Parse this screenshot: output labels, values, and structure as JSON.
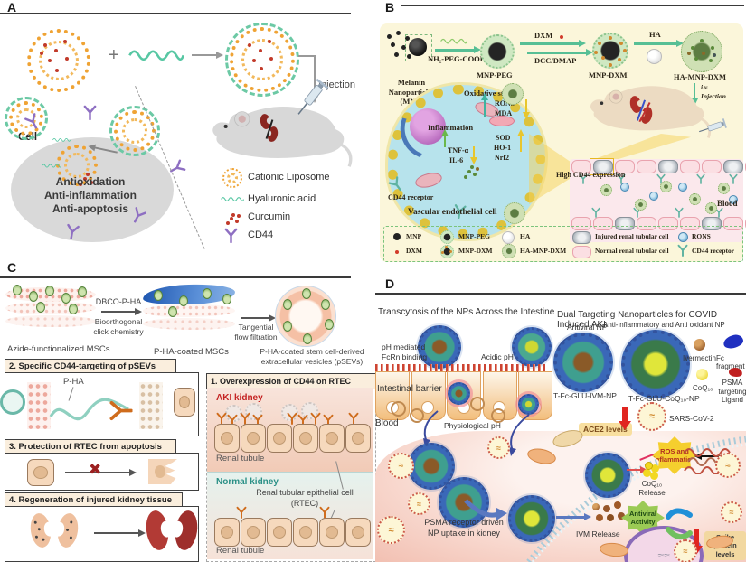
{
  "a": {
    "panel_label": "A",
    "plus": "+",
    "injection": "Injection",
    "cell": "Cell",
    "effects": "Antioxidation\nAnti-inflammation\nAnti-apoptosis",
    "legend": [
      {
        "label": "Cationic Liposome"
      },
      {
        "label": "Hyaluronic acid"
      },
      {
        "label": "Curcumin"
      },
      {
        "label": "CD44"
      }
    ]
  },
  "b": {
    "panel_label": "B",
    "mnp": "Melanin\nNanoparticles\n(MNP)",
    "step1": "NH₂-PEG-COOH",
    "mnp_peg": "MNP-PEG",
    "dxm": "DXM",
    "dcc": "DCC/DMAP",
    "mnp_dxm": "MNP-DXM",
    "ha": "HA",
    "ha_mnp_dxm": "HA-MNP-DXM",
    "iv": "i.v.\nInjection",
    "oxidative": "Oxidative stress",
    "rons": "RONS",
    "mda": "MDA",
    "inflammation": "Inflammation",
    "tnf": "TNF-α",
    "il6": "IL-6",
    "sod": "SOD",
    "ho1": "HO-1",
    "nrf2": "Nrf2",
    "cd44r": "CD44 receptor",
    "vec": "Vascular endothelial cell",
    "high_cd44": "High CD44 expression",
    "blood": "Blood",
    "legend_row1": [
      {
        "label": "MNP"
      },
      {
        "label": "MNP-PEG"
      },
      {
        "label": "HA"
      },
      {
        "label": "Injured renal tubular cell"
      },
      {
        "label": "RONS"
      }
    ],
    "legend_row2": [
      {
        "label": "DXM"
      },
      {
        "label": "MNP-DXM"
      },
      {
        "label": "HA-MNP-DXM"
      },
      {
        "label": "Normal renal tubular cell"
      },
      {
        "label": "CD44 receptor"
      }
    ]
  },
  "c": {
    "panel_label": "C",
    "msc1": "Azide-functionalized MSCs",
    "arrow1_top": "DBCO-P-HA",
    "arrow1_bottom": "Bioorthogonal\nclick chemistry",
    "msc2": "P-HA-coated MSCs",
    "arrow2": "Tangential\nflow filtration",
    "psev": "P-HA-coated stem cell-derived\nextracellular vesicles (pSEVs)",
    "step2": "2. Specific CD44-targeting of pSEVs",
    "pha": "P-HA",
    "step3": "3. Protection of RTEC from apoptosis",
    "step4": "4. Regeneration of injured kidney tissue",
    "step1": "1. Overexpression of CD44 on RTEC",
    "aki": "AKI kidney",
    "renal_tubule_top": "Renal tubule",
    "normal": "Normal kidney",
    "rtec": "Renal tubular epithelial cell\n(RTEC)",
    "renal_tubule_bottom": "Renal tubule"
  },
  "d": {
    "panel_label": "D",
    "left_title": "Transcytosis of the NPs Across the Intestine",
    "right_title": "Dual Targeting Nanoparticles for COVID Induced AKI",
    "antiviral_np": "Antiviral NP",
    "antiinflam_np": "Anti-inflammatory and Anti oxidant NP",
    "ph_fcrn": "pH mediated\nFcRn binding",
    "acidic_ph": "Acidic pH",
    "intestinal_barrier": "Intestinal barrier",
    "blood": "Blood",
    "phys_ph": "Physiological pH",
    "np1": "T-Fc-GLU-IVM-NP",
    "np2": "T-Fc-GLU-CoQ₁₀-NP",
    "ivermectin": "Ivermectin",
    "fc": "Fc fragment",
    "coq10": "CoQ₁₀",
    "psma_ligand": "PSMA\ntargeting\nLigand",
    "ace2": "ACE2 levels",
    "sars": "SARS-CoV-2",
    "coq_release": "CoQ₁₀\nRelease",
    "ros": "ROS and\ninflammation",
    "psma_uptake": "PSMA receptor driven\nNP uptake in kidney",
    "ivm_release": "IVM Release",
    "antiviral_activity": "Antiviral\nActivity",
    "spike": "Spike protein\nlevels"
  }
}
